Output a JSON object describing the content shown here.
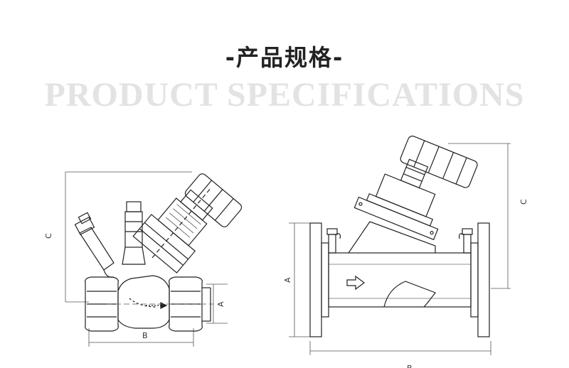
{
  "header": {
    "title_cn": "-产品规格-",
    "title_en": "PRODUCT SPECIFICATIONS"
  },
  "left_drawing": {
    "dim_c": "C",
    "dim_a": "A",
    "dim_b": "B"
  },
  "right_drawing": {
    "dim_a": "A",
    "dim_b": "B",
    "dim_c": "C"
  },
  "colors": {
    "line": "#222222",
    "dim_line": "#555555",
    "watermark_text": "#e3e3e3"
  }
}
